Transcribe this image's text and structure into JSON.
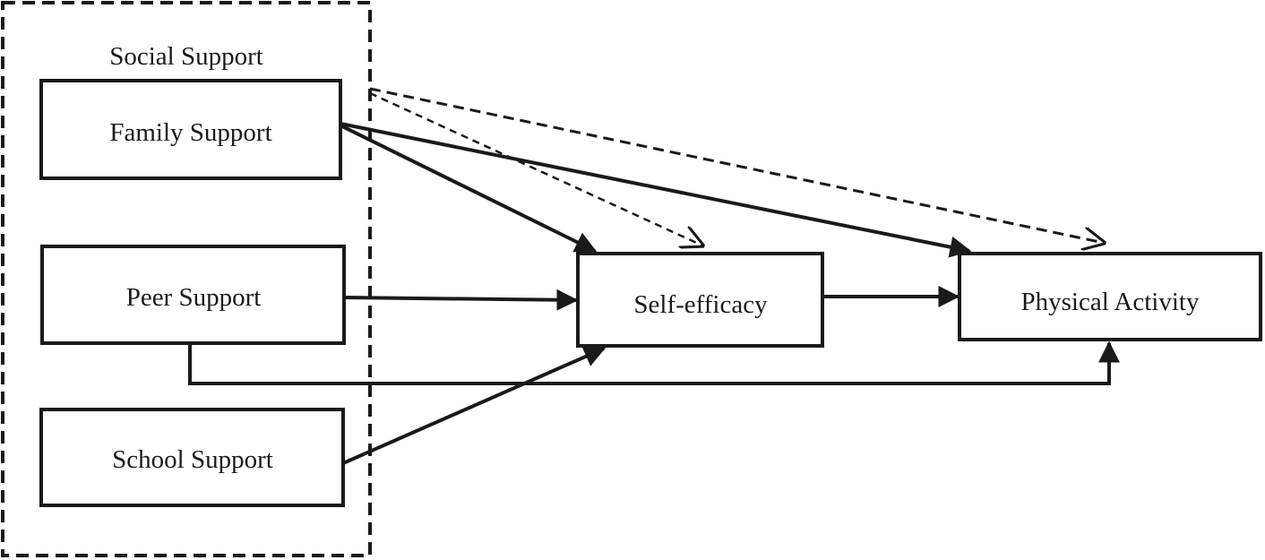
{
  "group": {
    "title": "Social Support"
  },
  "nodes": {
    "family": "Family Support",
    "peer": "Peer Support",
    "school": "School Support",
    "self_efficacy": "Self-efficacy",
    "physical_activity": "Physical Activity"
  },
  "edges": [
    {
      "from": "family",
      "to": "self_efficacy",
      "style": "solid"
    },
    {
      "from": "family",
      "to": "physical_activity",
      "style": "solid"
    },
    {
      "from": "peer",
      "to": "self_efficacy",
      "style": "solid"
    },
    {
      "from": "peer",
      "to": "physical_activity",
      "style": "solid"
    },
    {
      "from": "school",
      "to": "self_efficacy",
      "style": "solid"
    },
    {
      "from": "self_efficacy",
      "to": "physical_activity",
      "style": "solid"
    },
    {
      "from": "social_support",
      "to": "self_efficacy",
      "style": "dashed"
    },
    {
      "from": "social_support",
      "to": "physical_activity",
      "style": "dashed"
    }
  ],
  "colors": {
    "stroke": "#1a1a1a",
    "background": "#ffffff"
  }
}
